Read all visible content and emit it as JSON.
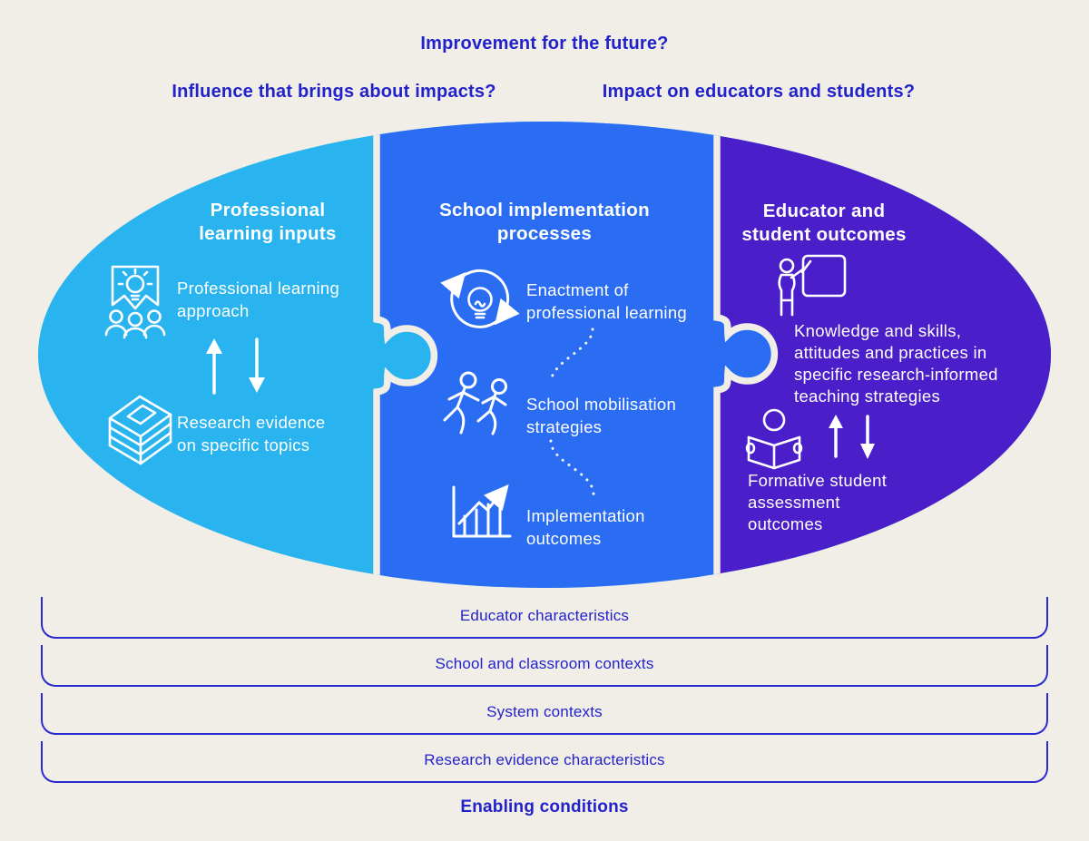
{
  "colors": {
    "bg": "#f1eee8",
    "accent": "#2222cc",
    "bracket": "#2a2ad0",
    "piece1": "#29b4ef",
    "piece2": "#2b6df2",
    "piece3": "#4a1fc9",
    "white": "#ffffff"
  },
  "questions": {
    "top": "Improvement for the future?",
    "left": "Influence that brings about impacts?",
    "right": "Impact on educators and students?"
  },
  "pieces": [
    {
      "title": "Professional\nlearning inputs",
      "items": [
        {
          "icon": "idea-sharing-icon",
          "label": "Professional learning\napproach"
        },
        {
          "icon": "book-stack-icon",
          "label": "Research evidence\non specific topics"
        }
      ]
    },
    {
      "title": "School implementation\nprocesses",
      "items": [
        {
          "icon": "cycle-lightbulb-icon",
          "label": "Enactment of\nprofessional learning"
        },
        {
          "icon": "running-people-icon",
          "label": "School mobilisation\nstrategies"
        },
        {
          "icon": "bar-chart-icon",
          "label": "Implementation\noutcomes"
        }
      ]
    },
    {
      "title": "Educator and\nstudent outcomes",
      "items": [
        {
          "icon": "teacher-board-icon",
          "label": "Knowledge and skills,\nattitudes and practices in\nspecific research-informed\nteaching strategies"
        },
        {
          "icon": "reading-person-icon",
          "label": "Formative student\nassessment\noutcomes"
        }
      ]
    }
  ],
  "enabling_conditions": {
    "bars": [
      "Educator characteristics",
      "School and classroom contexts",
      "System contexts",
      "Research evidence characteristics"
    ],
    "title": "Enabling conditions"
  }
}
